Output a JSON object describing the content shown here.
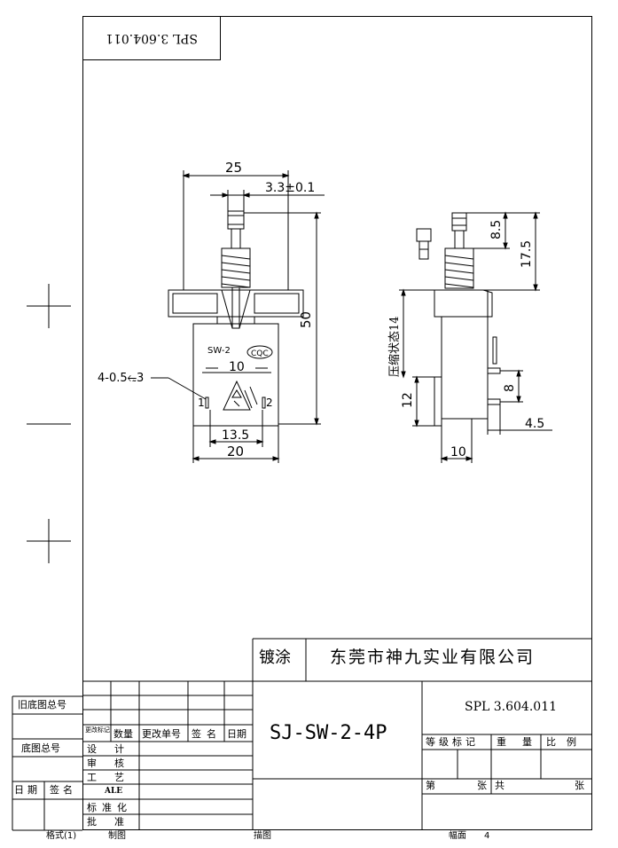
{
  "stamp": {
    "code": "SPL 3.604.011"
  },
  "dims": {
    "overall_width": "25",
    "stem_tol": "3.3±0.1",
    "height": "50",
    "hole_spec": "4-0.5⥳3",
    "inner_width": "10",
    "pin_pitch": "13.5",
    "body_width": "20",
    "side_85": "8.5",
    "side_175": "17.5",
    "side_compressed": "压缩状态14",
    "side_12": "12",
    "side_8": "8",
    "side_45": "4.5",
    "side_10": "10"
  },
  "part_marks": {
    "model": "SW-2",
    "cert": "CQC",
    "pin1": "1",
    "pin2": "2"
  },
  "left_strip": {
    "old_base_no": "旧底图总号",
    "base_no": "底图总号",
    "date": "日期",
    "sign": "签名"
  },
  "revision": {
    "h_mark": "更改标记",
    "h_qty": "数量",
    "h_docno": "更改单号",
    "h_sign": "签名",
    "h_date": "日期",
    "design": "设计",
    "review": "审核",
    "process": "工艺",
    "ale": "ALE",
    "standard": "标准化",
    "approve": "批准"
  },
  "title": {
    "coating": "镀涂",
    "company": "东莞市神九实业有限公司",
    "part_no": "SJ-SW-2-4P",
    "doc_code": "SPL 3.604.011",
    "grade": "等级标记",
    "weight": "重量",
    "scale": "比例",
    "sheet": "第",
    "sheet_unit": "张",
    "total": "共",
    "total_unit": "张"
  },
  "footer": {
    "format": "格式(1)",
    "drawn": "制图",
    "traced": "描图",
    "size_label": "幅面",
    "size_val": "4"
  }
}
